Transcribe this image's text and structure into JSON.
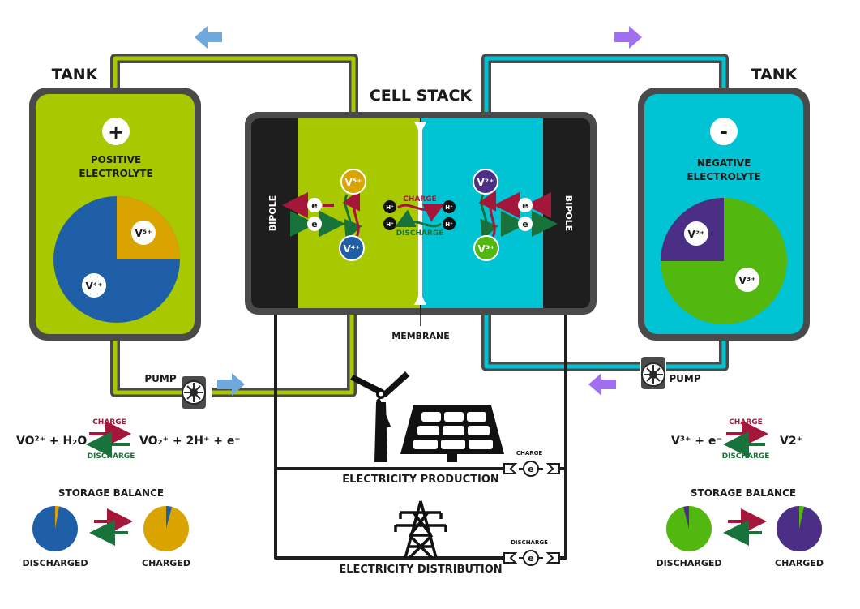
{
  "tanks": {
    "left": {
      "title": "TANK",
      "sign": "+",
      "label_line1": "POSITIVE",
      "label_line2": "ELECTROLYTE"
    },
    "right": {
      "title": "TANK",
      "sign": "-",
      "label_line1": "NEGATIVE",
      "label_line2": "ELECTROLYTE"
    }
  },
  "cell": {
    "title": "CELL STACK",
    "bipole_left": "BIPOLE",
    "bipole_right": "BIPOLE",
    "membrane": "MEMBRANE",
    "charge": "CHARGE",
    "discharge": "DISCHARGE",
    "electron": "e",
    "proton": "H⁺"
  },
  "ions": {
    "v5": "V⁵⁺",
    "v4": "V⁴⁺",
    "v2": "V²⁺",
    "v3": "V³⁺"
  },
  "pumps": {
    "left": "PUMP",
    "right": "PUMP"
  },
  "equations": {
    "left_reactants": "VO²⁺ + H₂O",
    "left_products": "VO₂⁺ + 2H⁺ + e⁻",
    "right_reactants": "V³⁺ + e⁻",
    "right_products": "V2⁺",
    "charge": "CHARGE",
    "discharge": "DISCHARGE"
  },
  "storage": {
    "left": {
      "title": "STORAGE BALANCE",
      "discharged": "DISCHARGED",
      "charged": "CHARGED"
    },
    "right": {
      "title": "STORAGE BALANCE",
      "discharged": "DISCHARGED",
      "charged": "CHARGED"
    }
  },
  "grid": {
    "production": "ELECTRICITY PRODUCTION",
    "distribution": "ELECTRICITY DISTRIBUTION",
    "charge": "CHARGE",
    "discharge": "DISCHARGE",
    "electron": "e"
  },
  "colors": {
    "positive": "#a8c800",
    "negative": "#00c4d4",
    "v4_blue": "#1f5fa8",
    "v5_gold": "#d9a300",
    "v2_purple": "#4b2f86",
    "v3_green": "#52b70e",
    "charge_red": "#a5173a",
    "discharge_green": "#17733a",
    "frame": "#4a4a4a",
    "arrow_blue": "#6fa8dc",
    "arrow_purple": "#a070f0"
  }
}
